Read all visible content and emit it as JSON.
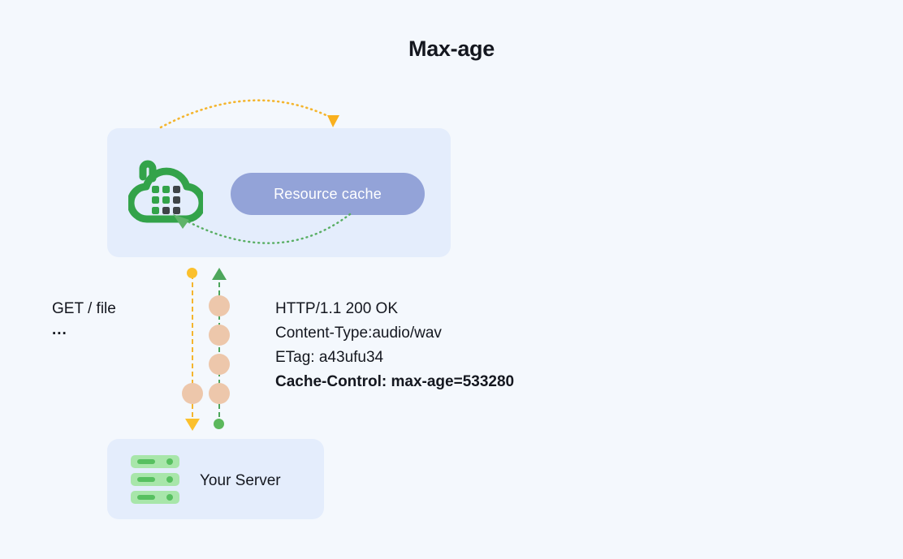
{
  "page": {
    "title": "Max-age",
    "background_color": "#f4f8fd"
  },
  "colors": {
    "panel_bg": "#e4edfc",
    "cache_pill": "#93a3d8",
    "cloud_green": "#33a34a",
    "grid_dark": "#3f4448",
    "bead": "#edc7ab",
    "orange": "#fbc02d",
    "green_arrow": "#4da65c",
    "server_light": "#a8e6aa",
    "server_dark": "#57c060",
    "text": "#14171f"
  },
  "cache_panel": {
    "cloud_icon_name": "cloud-storage-icon",
    "pill_label": "Resource cache",
    "grid_cells": [
      [
        "green",
        "green",
        "dark"
      ],
      [
        "green",
        "green",
        "dark"
      ],
      [
        "green",
        "dark",
        "dark"
      ]
    ]
  },
  "arcs": {
    "top_arc": {
      "name": "request-arc",
      "color": "#f4b52e",
      "style": "dotted",
      "direction": "left-to-right-down"
    },
    "cache_arc": {
      "name": "cache-store-arc",
      "color": "#4da65c",
      "style": "dotted",
      "direction": "right-to-left-up"
    }
  },
  "tracks": {
    "left": {
      "name": "request-track",
      "color": "#fbc02d",
      "cap_top": "dot",
      "cap_bottom": "arrow-down",
      "bead_offsets": [
        155
      ]
    },
    "right": {
      "name": "response-track",
      "color": "#4da65c",
      "cap_top": "arrow-up",
      "cap_bottom": "dot",
      "bead_offsets": [
        47,
        83,
        119,
        155
      ]
    }
  },
  "request": {
    "line": "GET / file",
    "ellipsis": "..."
  },
  "response": {
    "lines": [
      {
        "text": "HTTP/1.1 200 OK",
        "bold": false
      },
      {
        "text": "Content-Type:audio/wav",
        "bold": false
      },
      {
        "text": "ETag: a43ufu34",
        "bold": false
      },
      {
        "text": "Cache-Control: max-age=533280",
        "bold": true
      }
    ]
  },
  "server_panel": {
    "label": "Your Server",
    "icon_name": "server-stack-icon",
    "row_count": 3
  }
}
